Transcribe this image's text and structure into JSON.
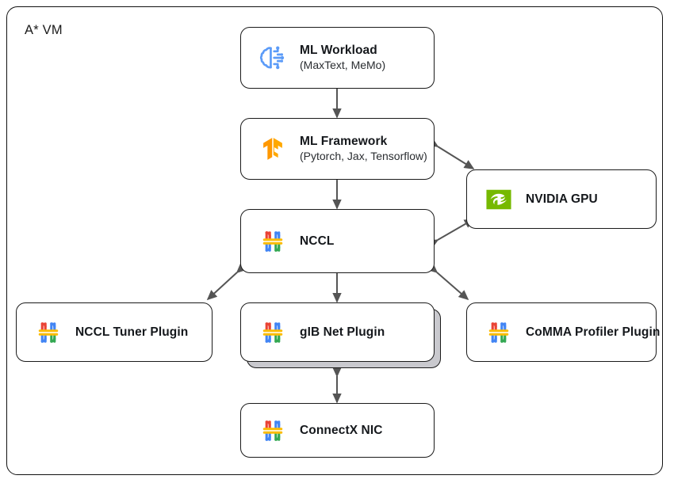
{
  "diagram": {
    "container_label": "A* VM",
    "type": "architecture-stack-diagram",
    "colors": {
      "border": "#1a1a1a",
      "arrow": "#555555",
      "stack_shadow": "#c9c9ce",
      "google_blue": "#4285F4",
      "google_red": "#EA4335",
      "google_yellow": "#FBBC04",
      "google_green": "#34A853",
      "tensorflow_orange": "#FF9900",
      "tensorflow_orange_light": "#FFA800",
      "nvidia_green": "#76B900",
      "ml_workload_blue": "#5B9BF8"
    },
    "nodes": [
      {
        "id": "ml-workload",
        "title": "ML Workload",
        "subtitle": "(MaxText, MeMo)",
        "icon": "brain-circuit-icon"
      },
      {
        "id": "ml-framework",
        "title": "ML Framework",
        "subtitle": "(Pytorch, Jax, Tensorflow)",
        "icon": "tensorflow-icon"
      },
      {
        "id": "nccl",
        "title": "NCCL",
        "subtitle": "",
        "icon": "google-link-icon"
      },
      {
        "id": "nvidia-gpu",
        "title": "NVIDIA GPU",
        "subtitle": "",
        "icon": "nvidia-eye-icon"
      },
      {
        "id": "nccl-tuner-plugin",
        "title": "NCCL Tuner Plugin",
        "subtitle": "",
        "icon": "google-link-icon"
      },
      {
        "id": "gib-net-plugin",
        "title": "gIB Net Plugin",
        "subtitle": "",
        "icon": "google-link-icon"
      },
      {
        "id": "comma-profiler-plugin",
        "title": "CoMMA Profiler Plugin",
        "subtitle": "",
        "icon": "google-link-icon"
      },
      {
        "id": "connectx-nic",
        "title": "ConnectX NIC",
        "subtitle": "",
        "icon": "google-link-icon"
      }
    ],
    "connections": [
      {
        "from": "ml-workload",
        "to": "ml-framework",
        "style": "bidirectional-vertical"
      },
      {
        "from": "ml-framework",
        "to": "nccl",
        "style": "bidirectional-vertical"
      },
      {
        "from": "ml-framework",
        "to": "nvidia-gpu",
        "style": "bidirectional-diagonal"
      },
      {
        "from": "nccl",
        "to": "nvidia-gpu",
        "style": "bidirectional-diagonal"
      },
      {
        "from": "nccl",
        "to": "nccl-tuner-plugin",
        "style": "bidirectional-diagonal"
      },
      {
        "from": "nccl",
        "to": "gib-net-plugin",
        "style": "bidirectional-vertical"
      },
      {
        "from": "nccl",
        "to": "comma-profiler-plugin",
        "style": "bidirectional-diagonal"
      },
      {
        "from": "gib-net-plugin",
        "to": "connectx-nic",
        "style": "bidirectional-vertical"
      }
    ]
  }
}
